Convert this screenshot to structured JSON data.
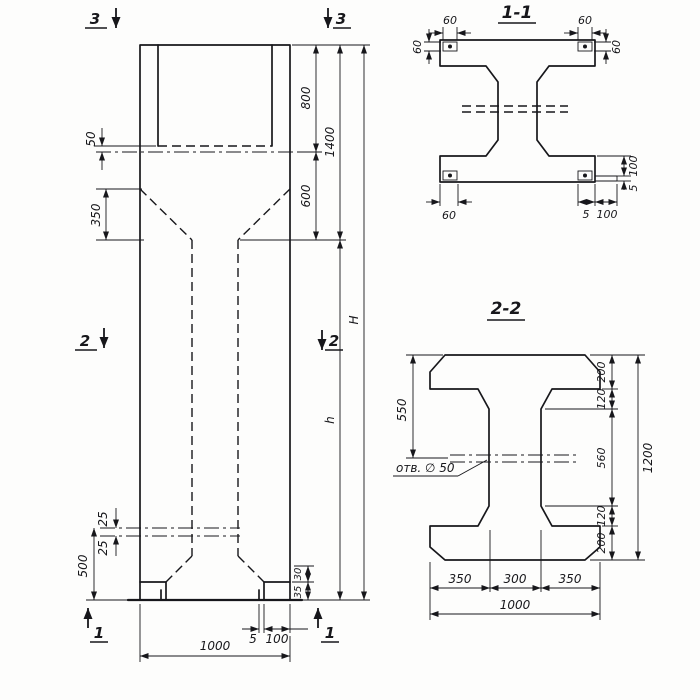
{
  "elevation": {
    "markers": {
      "top_left": "3",
      "top_right": "3",
      "mid_left": "2",
      "mid_right": "2",
      "bottom_left": "1",
      "bottom_right": "1"
    },
    "dims": {
      "top_left_offset": "50",
      "taper_height": "350",
      "upper_part": "800",
      "transition_part": "600",
      "upper_total": "1400",
      "overall_height": "H",
      "shaft_height": "h",
      "hole_offset_upper": "25",
      "hole_offset_lower": "25",
      "hole_to_base": "500",
      "foot_upper": "30",
      "foot_lower": "35",
      "base_gap": "5",
      "base_foot_width": "100",
      "overall_width": "1000"
    }
  },
  "section_1_1": {
    "title": "1-1",
    "dims": {
      "top_left_width": "60",
      "top_left_height": "60",
      "top_right_width": "60",
      "top_right_height": "60",
      "bottom_left_width": "60",
      "right_height": "100",
      "right_thickness": "5",
      "bottom_gap": "5",
      "bottom_width": "100"
    }
  },
  "section_2_2": {
    "title": "2-2",
    "hole_label": "отв. ∅ 50",
    "dims": {
      "hole_from_top": "550",
      "top_flange": "200",
      "top_haunch": "120",
      "web": "560",
      "bottom_haunch": "120",
      "bottom_flange": "200",
      "overall_height": "1200",
      "bottom_left": "350",
      "bottom_middle": "300",
      "bottom_right": "350",
      "overall_width": "1000"
    }
  },
  "colors": {
    "ink": "#17171b",
    "background": "#fdfdfc"
  }
}
